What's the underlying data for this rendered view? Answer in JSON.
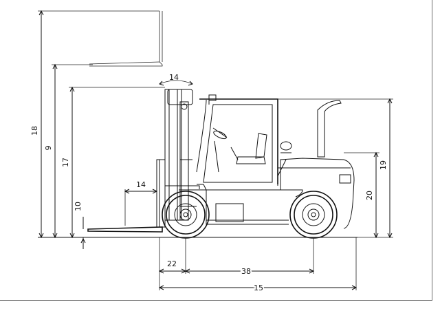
{
  "diagram": {
    "dimensions": {
      "lift_height_total": "18",
      "free_lift": "9",
      "mast_height_lowered": "17",
      "fork_ground_clearance": "10",
      "tilt_top": "14",
      "fork_length": "14",
      "overhead_guard_height": "19",
      "seat_height": "20",
      "front_overhang": "22",
      "wheelbase": "38",
      "overall_length": "15"
    },
    "colors": {
      "line": "#111111",
      "background": "#ffffff",
      "frame": "#6b6b6b"
    }
  }
}
